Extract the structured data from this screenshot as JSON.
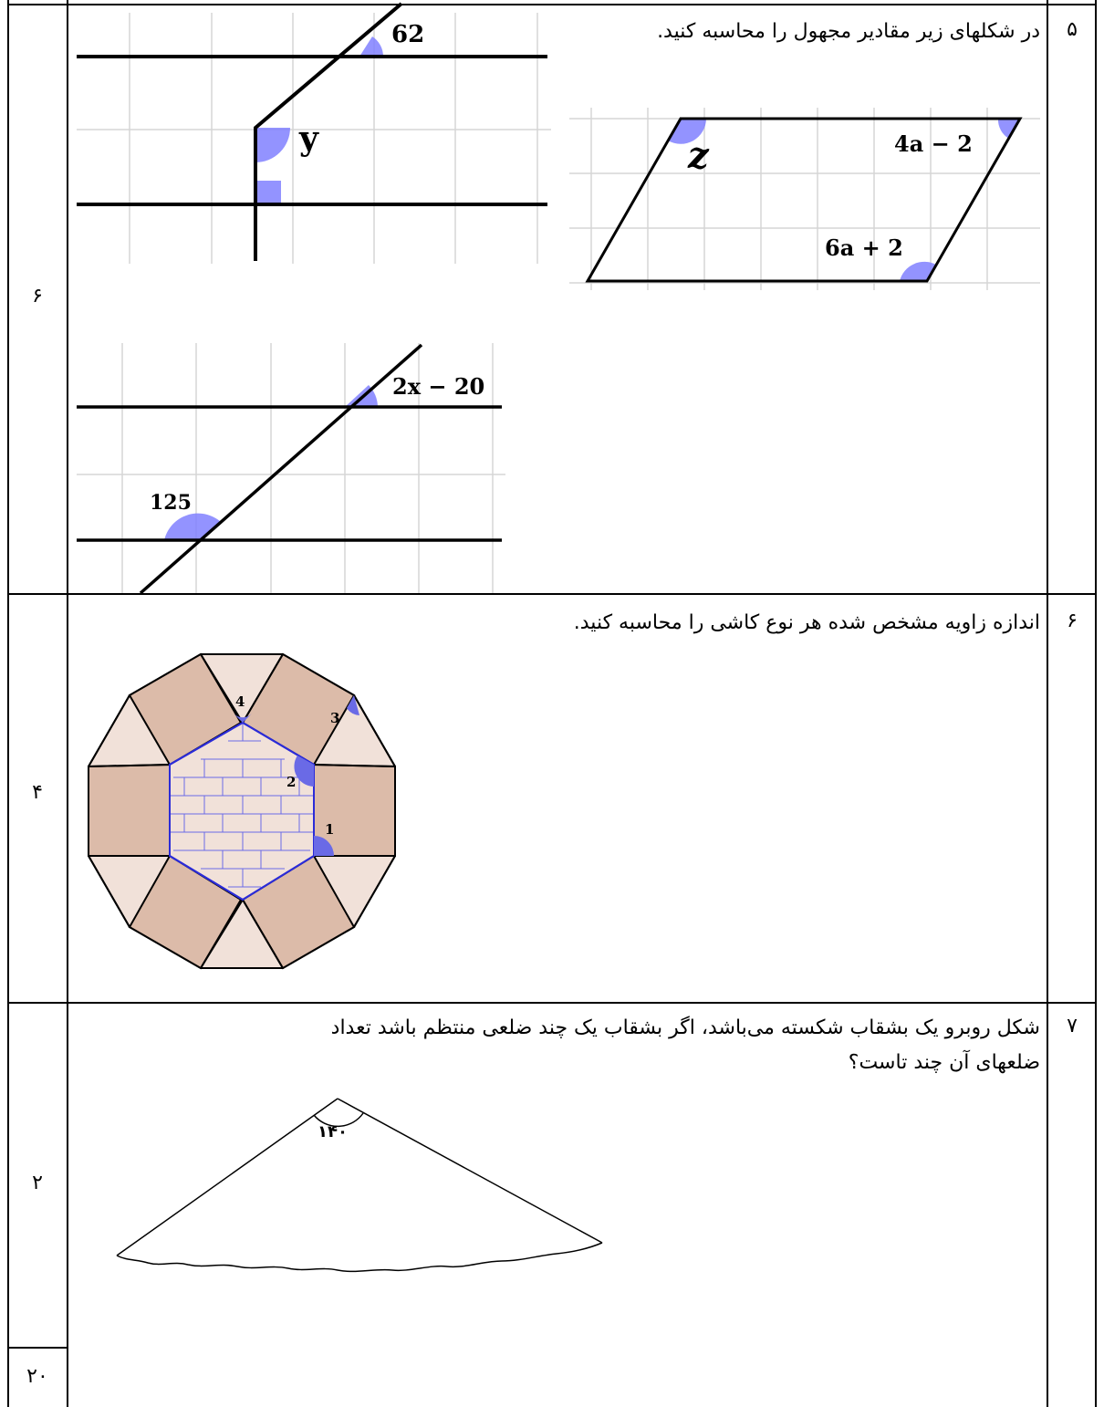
{
  "questions": [
    {
      "number": "۵",
      "score": "۶",
      "text": "در شکلهای زیر مقادیر مجهول را محاسبه کنید.",
      "figure_labels": {
        "angle_62": "62",
        "angle_y": "y",
        "angle_z": "z",
        "angle_4a": "4a − 2",
        "angle_6a": "6a + 2",
        "angle_2x": "2x − 20",
        "angle_125": "125"
      }
    },
    {
      "number": "۶",
      "score": "۴",
      "text": "اندازه زاویه مشخص شده هر نوع کاشی را محاسبه کنید.",
      "figure_labels": {
        "angle1": "1",
        "angle2": "2",
        "angle3": "3",
        "angle4": "4"
      }
    },
    {
      "number": "۷",
      "score": "۲",
      "text_line1": "شکل روبرو یک بشقاب شکسته می‌باشد، اگر بشقاب یک چند ضلعی منتظم باشد تعداد",
      "text_line2": "ضلعهای آن چند تاست؟",
      "figure_labels": {
        "angle": "۱۴۰"
      }
    }
  ],
  "total_score": "۲۰",
  "colors": {
    "angle_fill": "#8080ff",
    "tile_dark": "#dcbba9",
    "tile_light": "#f1e1d9",
    "grid": "#d6d6d6"
  }
}
